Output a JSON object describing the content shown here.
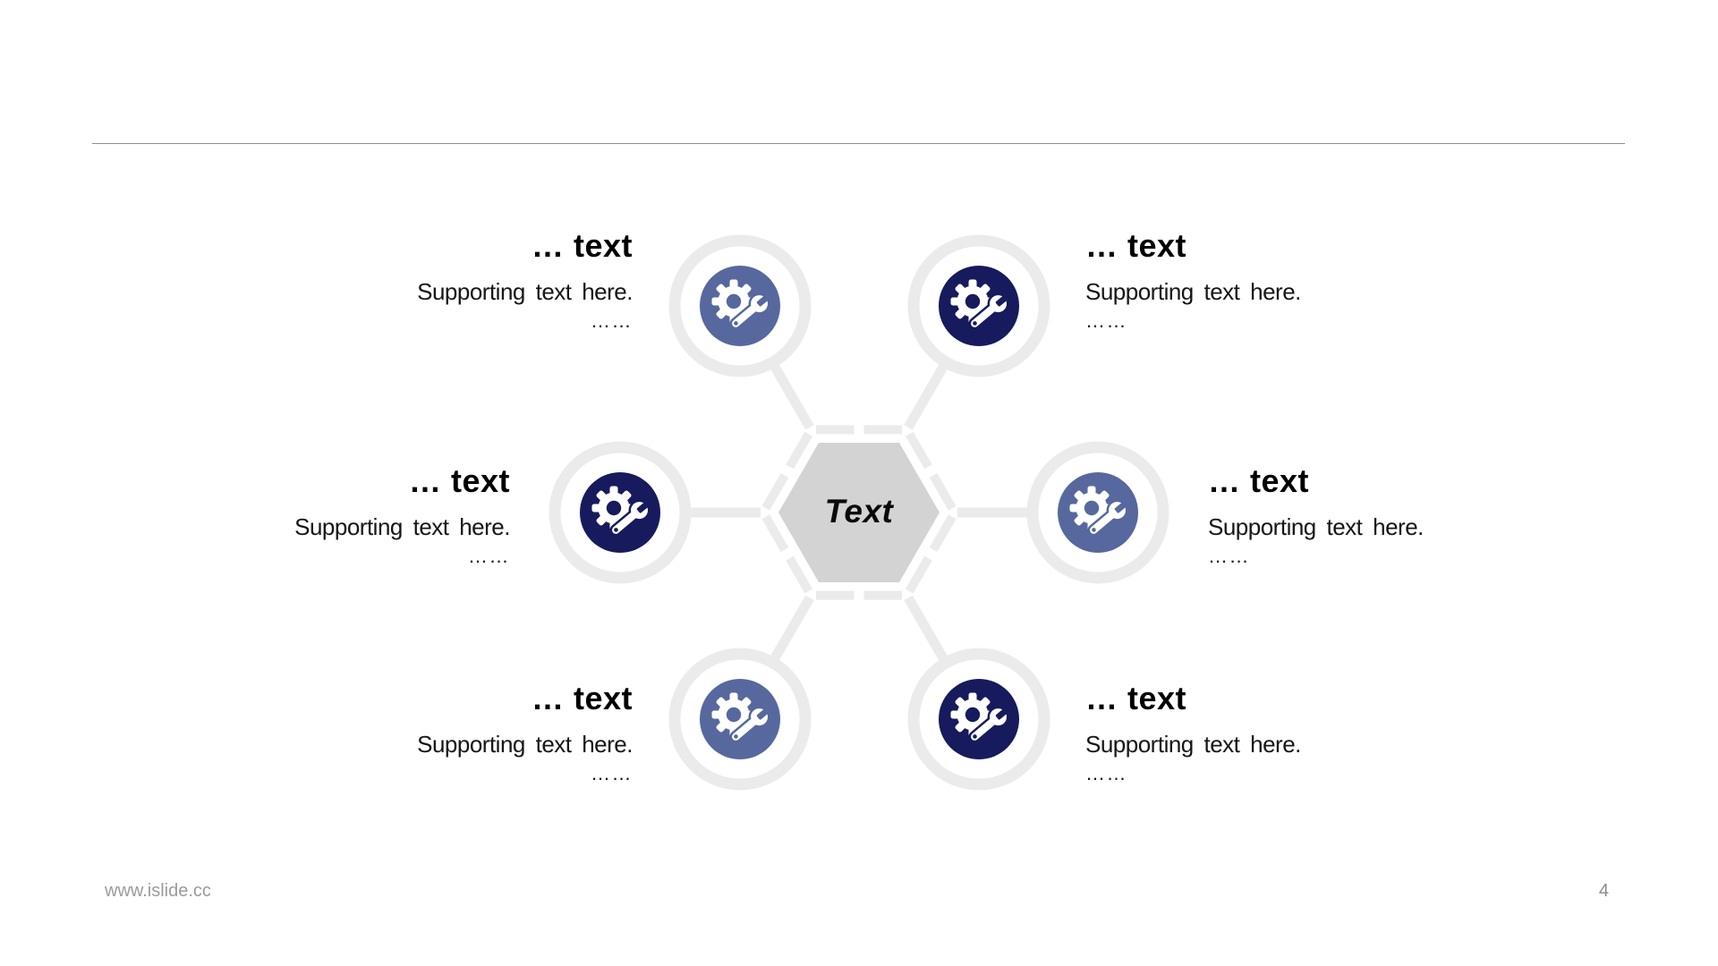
{
  "slide": {
    "center": {
      "label": "Text",
      "fill": "#D3D3D3"
    },
    "nodes": [
      {
        "position": "top-left",
        "heading": "… text",
        "supporting": "Supporting text here.",
        "ellipsis": "……",
        "color": "#56689E"
      },
      {
        "position": "top-right",
        "heading": "… text",
        "supporting": "Supporting text here.",
        "ellipsis": "……",
        "color": "#171A5C"
      },
      {
        "position": "middle-left",
        "heading": "… text",
        "supporting": "Supporting text here.",
        "ellipsis": "……",
        "color": "#171A5C"
      },
      {
        "position": "middle-right",
        "heading": "… text",
        "supporting": "Supporting text here.",
        "ellipsis": "……",
        "color": "#56689E"
      },
      {
        "position": "bottom-left",
        "heading": "… text",
        "supporting": "Supporting text here.",
        "ellipsis": "……",
        "color": "#56689E"
      },
      {
        "position": "bottom-right",
        "heading": "… text",
        "supporting": "Supporting text here.",
        "ellipsis": "……",
        "color": "#171A5C"
      }
    ],
    "colors": {
      "accent_blue": "#56689E",
      "accent_navy": "#171A5C",
      "ring_gray": "#EBEBEB",
      "hexagon_fill": "#D3D3D3"
    },
    "footer": {
      "website": "www.islide.cc",
      "page_number": "4"
    }
  }
}
